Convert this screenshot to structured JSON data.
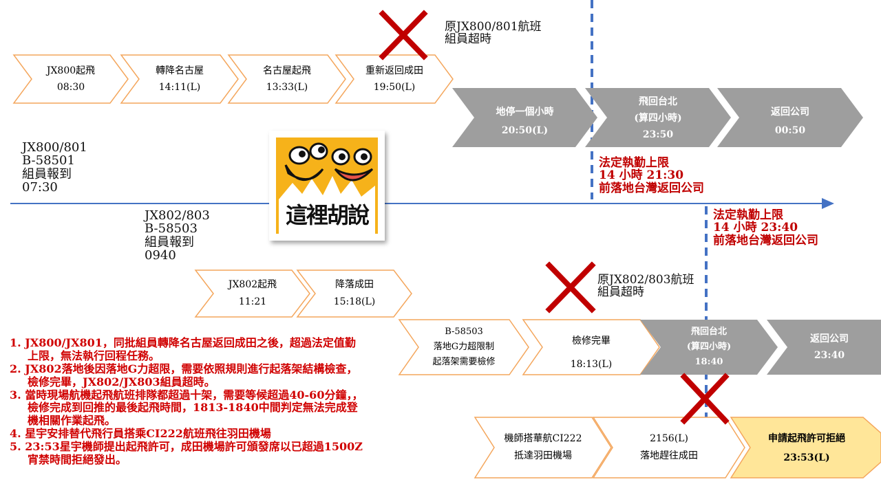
{
  "timeline_top": {
    "flight": "JX800/801",
    "aircraft": "B-58501",
    "report": "組員報到",
    "report_time": "07:30",
    "events": [
      {
        "t1": "JX800起飛",
        "t2": "08:30"
      },
      {
        "t1": "轉降名古屋",
        "t2": "14:11(L)"
      },
      {
        "t1": "名古屋起飛",
        "t2": "13:33(L)"
      },
      {
        "t1": "重新返回成田",
        "t2": "19:50(L)"
      }
    ],
    "gray_events": [
      {
        "t1": "地停一個小時",
        "t2": "20:50(L)"
      },
      {
        "t1": "飛回台北",
        "t2": "(算四小時)",
        "t3": "23:50"
      },
      {
        "t1": "返回公司",
        "t2": "00:50"
      }
    ],
    "cancel_note": [
      "原JX800/801航班",
      "組員超時"
    ],
    "limit_note": [
      "法定執勤上限",
      "14 小時 21:30",
      "前落地台灣返回公司"
    ]
  },
  "timeline_bottom": {
    "flight": "JX802/803",
    "aircraft": "B-58503",
    "report": "組員報到",
    "report_time": "0940",
    "events": [
      {
        "t1": "JX802起飛",
        "t2": "11:21"
      },
      {
        "t1": "降落成田",
        "t2": "15:18(L)"
      }
    ],
    "row2": [
      {
        "t1": "B-58503",
        "t2": "落地G力超限制",
        "t3": "起落架需要檢修"
      },
      {
        "t1": "檢修完畢",
        "t2": "18:13(L)"
      }
    ],
    "gray_events": [
      {
        "t1": "飛回台北",
        "t2": "(算四小時)",
        "t3": "18:40"
      },
      {
        "t1": "返回公司",
        "t2": "23:40"
      }
    ],
    "row3": [
      {
        "t1": "機師搭華航CI222",
        "t2": "抵達羽田機場"
      },
      {
        "t1": "2156(L)",
        "t2": "落地趕往成田"
      }
    ],
    "final": {
      "t1": "申請起飛許可拒絕",
      "t2": "23:53(L)"
    },
    "cancel_note": [
      "原JX802/803航班",
      "組員超時"
    ],
    "limit_note": [
      "法定執勤上限",
      "14 小時 23:40",
      "前落地台灣返回公司"
    ]
  },
  "logo": {
    "text": "這裡胡說"
  },
  "notes": [
    "1. JX800/JX801，同批組員轉降名古屋返回成田之後，超過法定值勤",
    "上限，無法執行回程任務。",
    "2. JX802落地後因落地G力超限，需要依照規則進行起落架結構檢查，",
    "檢修完畢，JX802/JX803組員超時。",
    "3. 當時現場航機起飛航班排隊都超過十架，需要等候超過40-60分鐘，，",
    "檢修完成到回推的最後起飛時間，1813-1840中間判定無法完成登",
    "機相關作業起飛。",
    "4. 星宇安排替代飛行員搭乘CI222航班飛往羽田機場",
    "5. 23:53星宇機師提出起飛許可，成田機場許可頒發席以已超過1500Z",
    "宵禁時間拒絕發出。"
  ],
  "colors": {
    "axis": "#4472c4",
    "dashed": "#4472c4",
    "chevron_stroke": "#f4a65c",
    "gray": "#9e9e9e",
    "final_fill": "#ffe699",
    "cross": "#c00000",
    "logo_bg": "#f6b21a"
  }
}
